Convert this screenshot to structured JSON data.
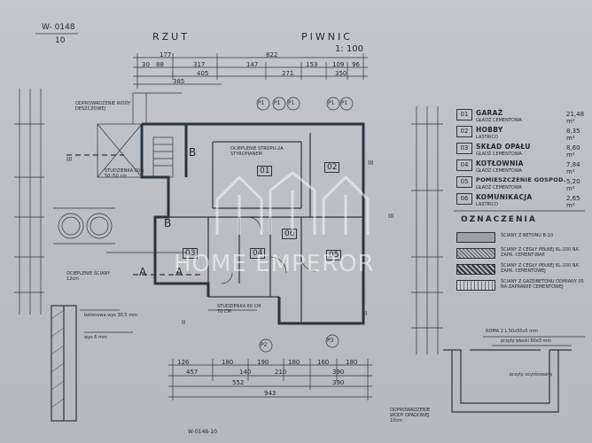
{
  "header": {
    "sheet_code": "W- 0148",
    "sheet_number": "10",
    "title_left": "RZUT",
    "title_right": "PIWNIC",
    "scale": "1: 100"
  },
  "rooms": [
    {
      "code": "01",
      "name": "GARAŻ",
      "finish": "GŁADŹ CEMENTOWA",
      "area": "21,48 m²"
    },
    {
      "code": "02",
      "name": "HOBBY",
      "finish": "LASTRICO",
      "area": "8,35 m²"
    },
    {
      "code": "03",
      "name": "SKŁAD OPAŁU",
      "finish": "GŁADŹ CEMENTOWA",
      "area": "8,60 m²"
    },
    {
      "code": "04",
      "name": "KOTŁOWNIA",
      "finish": "GŁADŹ CEMENTOWA",
      "area": "7,84 m²"
    },
    {
      "code": "05",
      "name": "POMIESZCZENIE GOSPOD.",
      "finish": "GŁADŹ CEMENTOWA",
      "area": "5,20 m²"
    },
    {
      "code": "06",
      "name": "KOMUNIKACJA",
      "finish": "LASTRICO",
      "area": "2,65 m²"
    }
  ],
  "legend": {
    "title": "OZNACZENIA",
    "items": [
      "ŚCIANY Z BETONU B-10",
      "ŚCIANY Z CEGŁY PEŁNEJ KL-100 NA ZAPR. CEMENT-WAP.",
      "ŚCIANY Z CEGŁY PEŁNEJ KL-100 NA ZAPR. CEMENTOWEJ",
      "ŚCIANY Z GAZOBETONU ODMIANY 05 NA ZAPRAWIE CEMENTOWEJ"
    ]
  },
  "top_dims_1": [
    "177",
    "822"
  ],
  "top_dims_2": [
    "30",
    "88",
    "317",
    "147",
    "153",
    "109",
    "96"
  ],
  "top_dims_3": [
    "405",
    "271",
    "350"
  ],
  "top_dims_4": [
    "385"
  ],
  "bottom_dims_1": [
    "126",
    "180",
    "190",
    "180",
    "160",
    "180"
  ],
  "bottom_dims_2": [
    "457",
    "140",
    "210",
    "390"
  ],
  "bottom_dims_3": [
    "552",
    "390"
  ],
  "bottom_dims_4": [
    "943"
  ],
  "plan_room_numbers": [
    "01",
    "02",
    "03",
    "04",
    "05",
    "06"
  ],
  "notes": {
    "top_left": "ODPROWADZENIE WODY DESZCZOWEJ",
    "ceiling": "OCIEPLENIE STROPU-2A STYROPIANEM",
    "chimney": "STUDZIENKA 80 x 50 /50 cm",
    "wall_left": "OCIEPLENIE ŚCIANY 12cm",
    "sump": "STUDZIENKA 60 CM 70 CM",
    "bottom_right": "ODPROWADZENIE WODY OPADOWEJ 10cm",
    "left_detail_1": "betonowa wys 30,5 mm",
    "left_detail_2": "wys 6 mm",
    "right_detail_1": "ROMA 2 L 50x50x5 mm",
    "right_detail_2": "przyty płaski 60x3 mm",
    "right_detail_3": "przyty ocynkowany"
  },
  "section_labels": [
    "A",
    "A",
    "B",
    "B",
    "III",
    "III",
    "II",
    "II",
    "III"
  ],
  "p_labels": [
    "P1",
    "P1",
    "P1",
    "P1",
    "P1",
    "P2",
    "P3"
  ],
  "watermark": "HOME EMPEROR",
  "bottom_stamp": "W-0148-10"
}
